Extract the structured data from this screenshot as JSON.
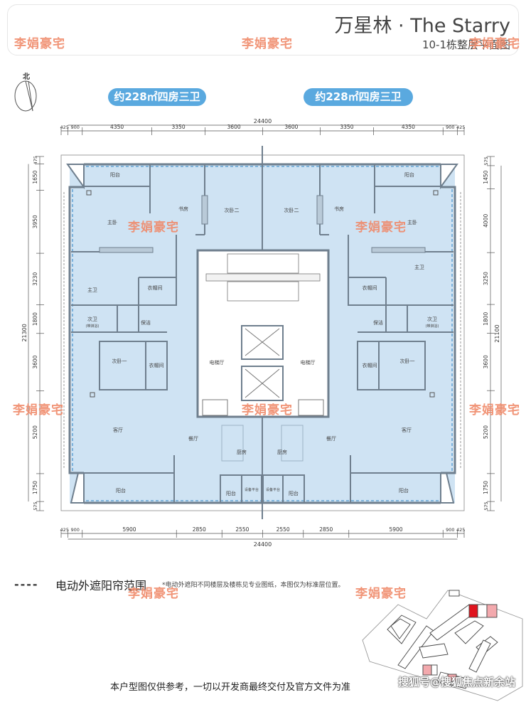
{
  "header": {
    "title": "万星林 · The Starry",
    "subtitle": "10-1栋整层平面图"
  },
  "watermark": "李娟豪宅",
  "compass_label": "北",
  "units": [
    {
      "label": "约228㎡四房三卫"
    },
    {
      "label": "约228㎡四房三卫"
    }
  ],
  "dimensions": {
    "top_total": "24400",
    "top": [
      425,
      900,
      4350,
      3350,
      3600,
      3600,
      3350,
      4350,
      900,
      425
    ],
    "bottom_total": "24400",
    "bottom": [
      425,
      900,
      5900,
      2850,
      2550,
      2550,
      2850,
      5900,
      900,
      425
    ],
    "left_total": "21300",
    "left": [
      475,
      1650,
      3950,
      3230,
      1800,
      3600,
      5200,
      1750,
      575
    ],
    "right_total": "21100",
    "right": [
      575,
      1450,
      4000,
      3250,
      1800,
      3600,
      5200,
      1750,
      575
    ]
  },
  "rooms": {
    "balcony_top": "阳台",
    "master_bedroom": "主卧",
    "study": "书房",
    "bedroom2": "次卧二",
    "walk_in_closet": "衣帽间",
    "master_bath": "主卫",
    "second_bath": "次卫",
    "second_bath_note": "(带淋浴)",
    "laundry": "保洁",
    "bedroom1": "次卧一",
    "closet2": "衣帽间",
    "living_room": "客厅",
    "dining_room": "餐厅",
    "kitchen": "厨房",
    "balcony_bottom": "阳台",
    "service_balcony": "阳台",
    "equipment_platform": "设备平台",
    "elevator_hall_left": "电梯厅",
    "elevator_hall_right": "电梯厅"
  },
  "legend": {
    "dash": "----",
    "label": "电动外遮阳帘范围",
    "note": "*电动外遮阳不同楼层及楼栋见专业图纸，本图仅为标准层位置。"
  },
  "disclaimer": "本户型图仅供参考，一切以开发商最终交付及官方文件为准",
  "credit": "搜狐号@搜狐焦点新余站",
  "colors": {
    "room_fill": "#cfe3f3",
    "wall": "#6f7f8e",
    "pill": "#5aa9df",
    "watermark": "#f08a6a",
    "highlight": "#e0141e",
    "highlight_light": "#f3a9ad"
  }
}
